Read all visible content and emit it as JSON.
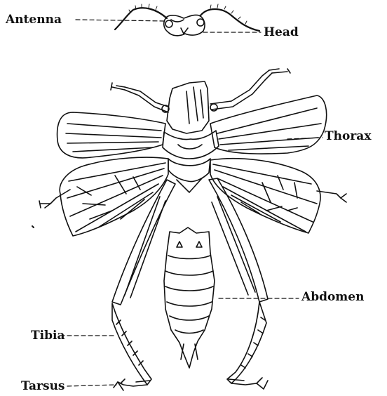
{
  "labels": {
    "antenna": "Antenna",
    "head": "Head",
    "thorax": "Thorax",
    "abdomen": "Abdomen",
    "tibia": "Tibia",
    "tarsus": "Tarsus"
  },
  "colors": {
    "ink": "#111111",
    "background": "#ffffff"
  }
}
